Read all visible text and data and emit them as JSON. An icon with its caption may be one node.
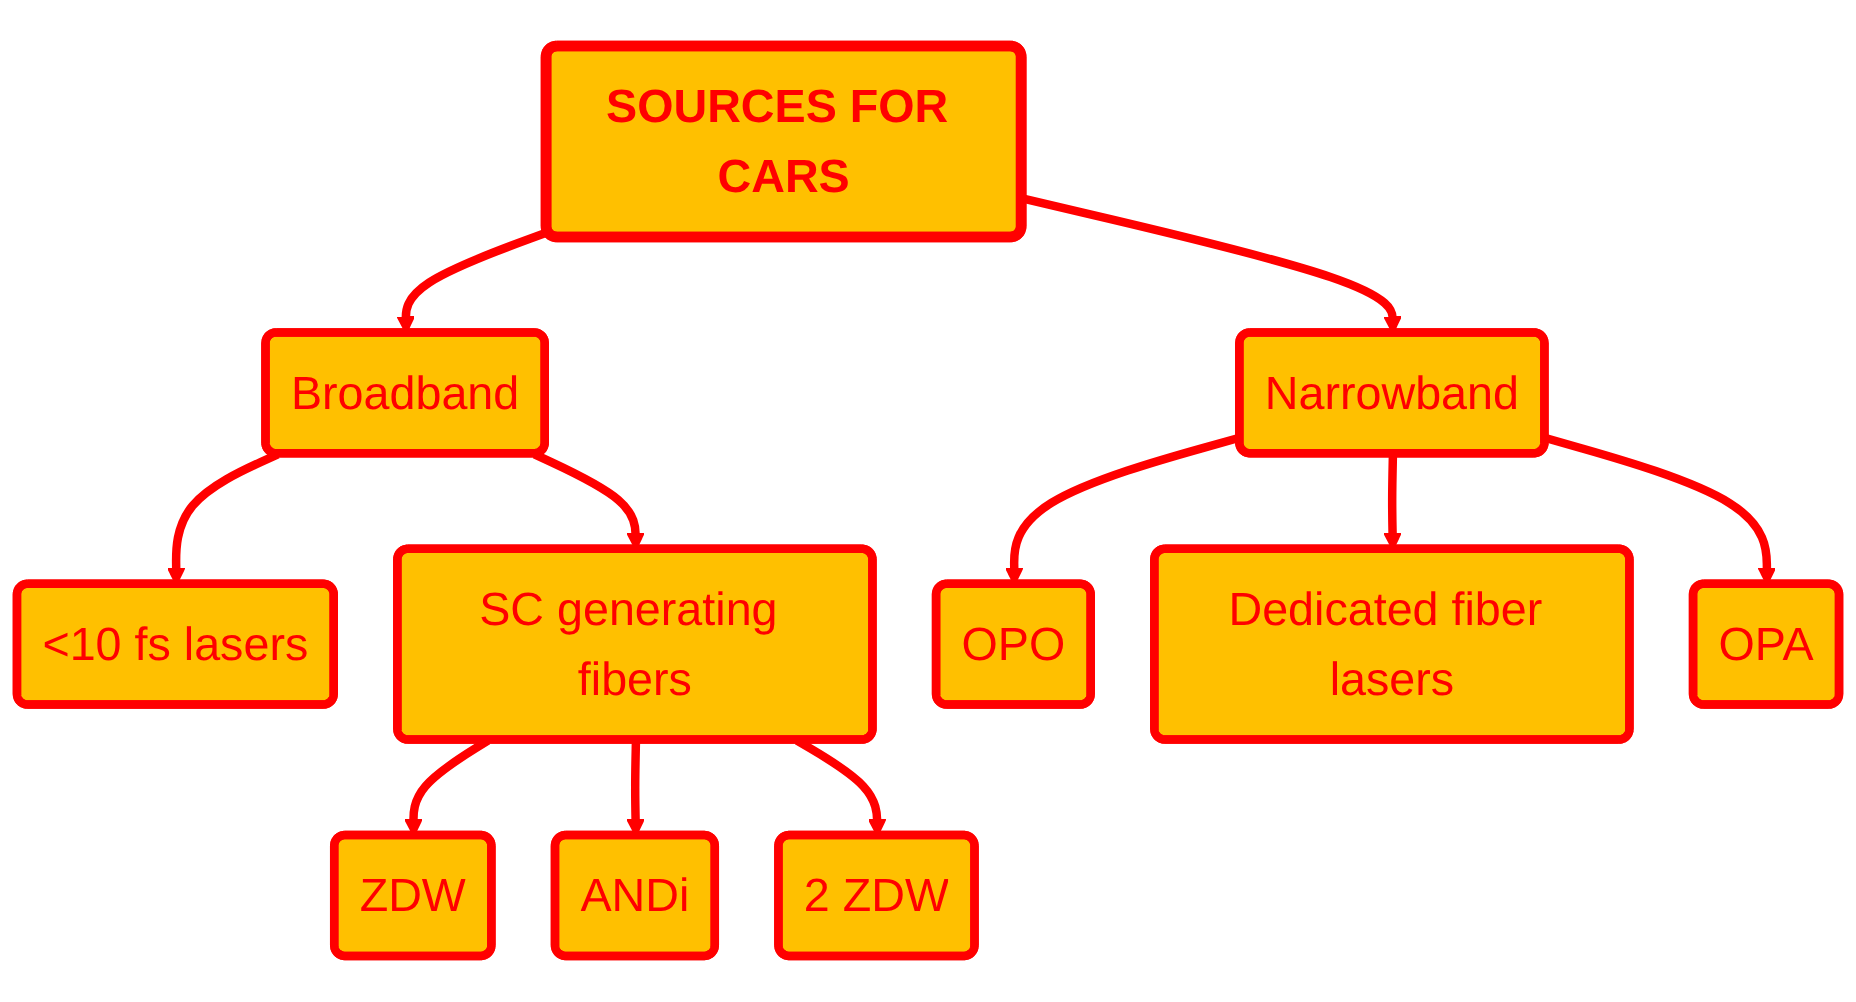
{
  "diagram": {
    "nodes": [
      {
        "text": [
          "SOURCES FOR CARS"
        ]
      },
      {
        "text": [
          "Broadband"
        ]
      },
      {
        "text": [
          "Narrowband"
        ]
      },
      {
        "text": [
          "<10 fs lasers"
        ]
      },
      {
        "text": [
          "SC generating fibers"
        ]
      },
      {
        "text": [
          "OPO"
        ]
      },
      {
        "text": [
          "Dedicated fiber lasers"
        ]
      },
      {
        "text": [
          "OPA"
        ]
      },
      {
        "text": [
          "ZDW"
        ]
      },
      {
        "text": [
          "ANDi"
        ]
      },
      {
        "text": [
          "2 ZDW"
        ]
      }
    ],
    "edges": [
      {
        "from": 0,
        "to": 1,
        "arrow": "to"
      },
      {
        "from": 0,
        "to": 2,
        "arrow": "to"
      },
      {
        "from": 1,
        "to": 3,
        "arrow": "to"
      },
      {
        "from": 1,
        "to": 4,
        "arrow": "to"
      },
      {
        "from": 2,
        "to": 5,
        "arrow": "to"
      },
      {
        "from": 2,
        "to": 6,
        "arrow": "to"
      },
      {
        "from": 2,
        "to": 7,
        "arrow": "to"
      },
      {
        "from": 4,
        "to": 8,
        "arrow": "to"
      },
      {
        "from": 4,
        "to": 9,
        "arrow": "to"
      },
      {
        "from": 4,
        "to": 10,
        "arrow": "to"
      }
    ]
  }
}
